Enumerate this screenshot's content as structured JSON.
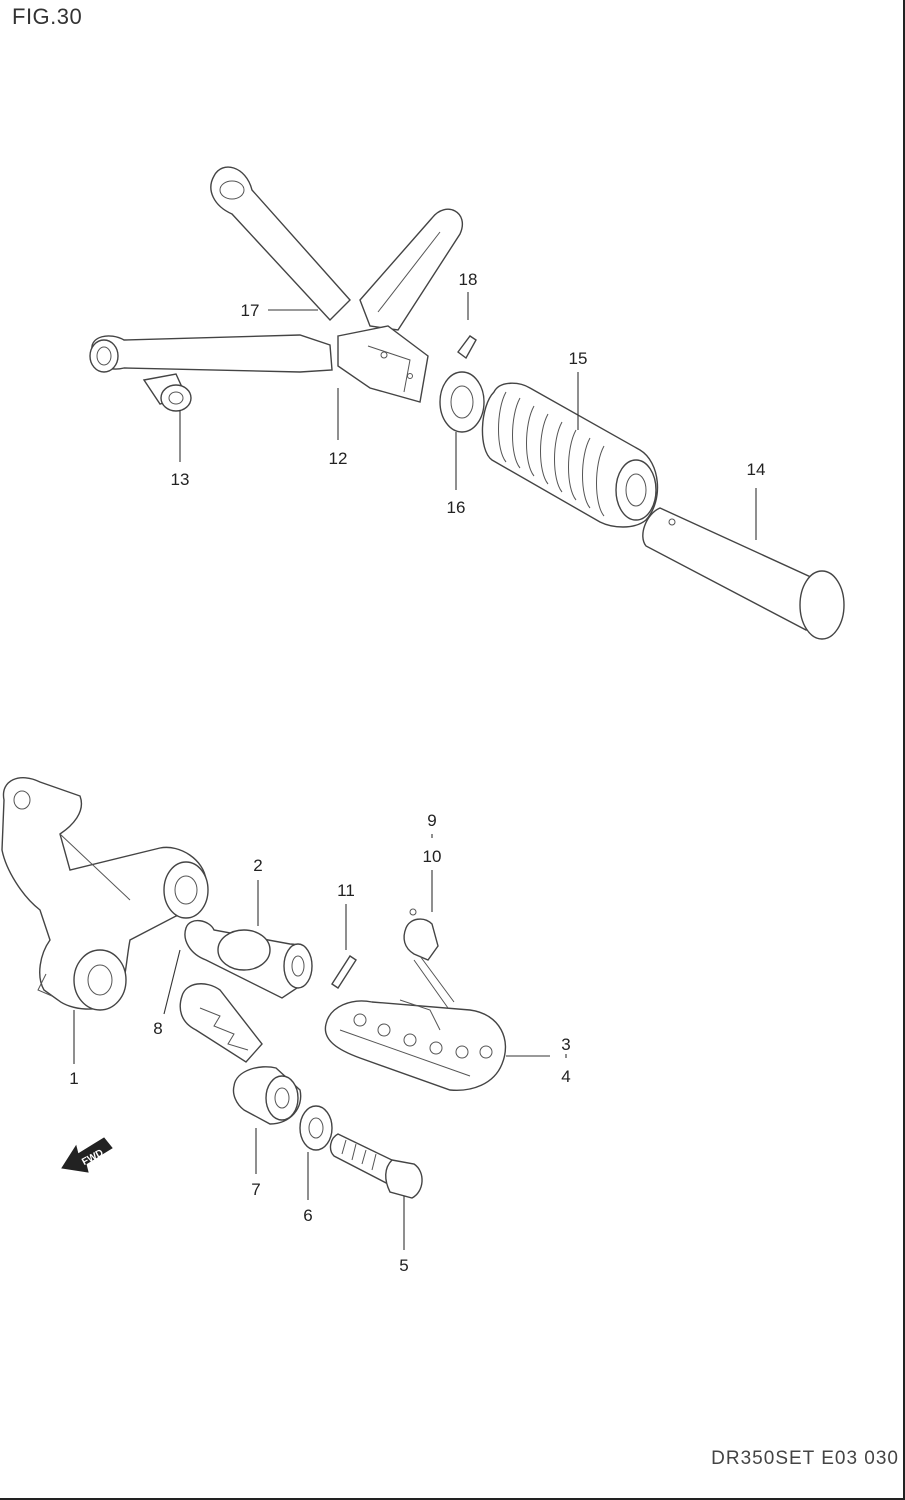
{
  "figure": {
    "title": "FIG.30",
    "code": "DR350SET E03 030"
  },
  "callouts": {
    "p1": "1",
    "p2": "2",
    "p3": "3",
    "p4": "4",
    "p5": "5",
    "p6": "6",
    "p7": "7",
    "p8": "8",
    "p9": "9",
    "p10": "10",
    "p11": "11",
    "p12": "12",
    "p13": "13",
    "p14": "14",
    "p15": "15",
    "p16": "16",
    "p17": "17",
    "p18": "18"
  },
  "fwd_badge": "FWD"
}
